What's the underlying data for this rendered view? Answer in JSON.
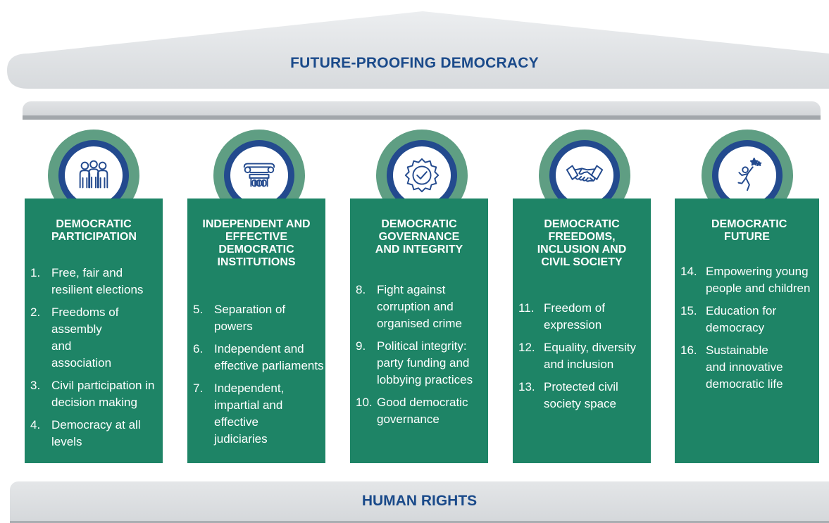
{
  "roof": {
    "title": "FUTURE-PROOFING DEMOCRACY"
  },
  "foundation": {
    "title": "HUMAN RIGHTS"
  },
  "colors": {
    "pillar": "#1e8466",
    "badge_outer": "#5f9e83",
    "badge_ring": "#234a8e",
    "title_text": "#1a4a8a",
    "roof": "#e2e4e6"
  },
  "pillars": [
    {
      "title": "DEMOCRATIC PARTICIPATION",
      "icon": "people-icon",
      "items": [
        {
          "num": "1.",
          "text": "Free, fair and resilient elections"
        },
        {
          "num": "2.",
          "text": "Freedoms of assembly and association"
        },
        {
          "num": "3.",
          "text": "Civil participation in decision making"
        },
        {
          "num": "4.",
          "text": "Democracy at all levels"
        }
      ]
    },
    {
      "title": "INDEPENDENT AND EFFECTIVE DEMOCRATIC INSTITUTIONS",
      "icon": "column-icon",
      "items": [
        {
          "num": "5.",
          "text": "Separation of powers"
        },
        {
          "num": "6.",
          "text": "Independent and effective parliaments"
        },
        {
          "num": "7.",
          "text": "Independent, impartial and effective judiciaries"
        }
      ]
    },
    {
      "title": "DEMOCRATIC GOVERNANCE AND INTEGRITY",
      "icon": "checkmark-seal-icon",
      "items": [
        {
          "num": "8.",
          "text": "Fight against corruption and organised crime"
        },
        {
          "num": "9.",
          "text": "Political integrity: party funding and lobbying practices"
        },
        {
          "num": "10.",
          "text": "Good democratic governance"
        }
      ]
    },
    {
      "title": "DEMOCRATIC FREEDOMS, INCLUSION AND CIVIL SOCIETY",
      "icon": "handshake-icon",
      "items": [
        {
          "num": "11.",
          "text": "Freedom of expression"
        },
        {
          "num": "12.",
          "text": "Equality, diversity and inclusion"
        },
        {
          "num": "13.",
          "text": "Protected civil society space"
        }
      ]
    },
    {
      "title": "DEMOCRATIC FUTURE",
      "icon": "reaching-person-icon",
      "items": [
        {
          "num": "14.",
          "text": "Empowering young people and children"
        },
        {
          "num": "15.",
          "text": "Education for democracy"
        },
        {
          "num": "16.",
          "text": "Sustainable and innovative democratic life"
        }
      ]
    }
  ]
}
